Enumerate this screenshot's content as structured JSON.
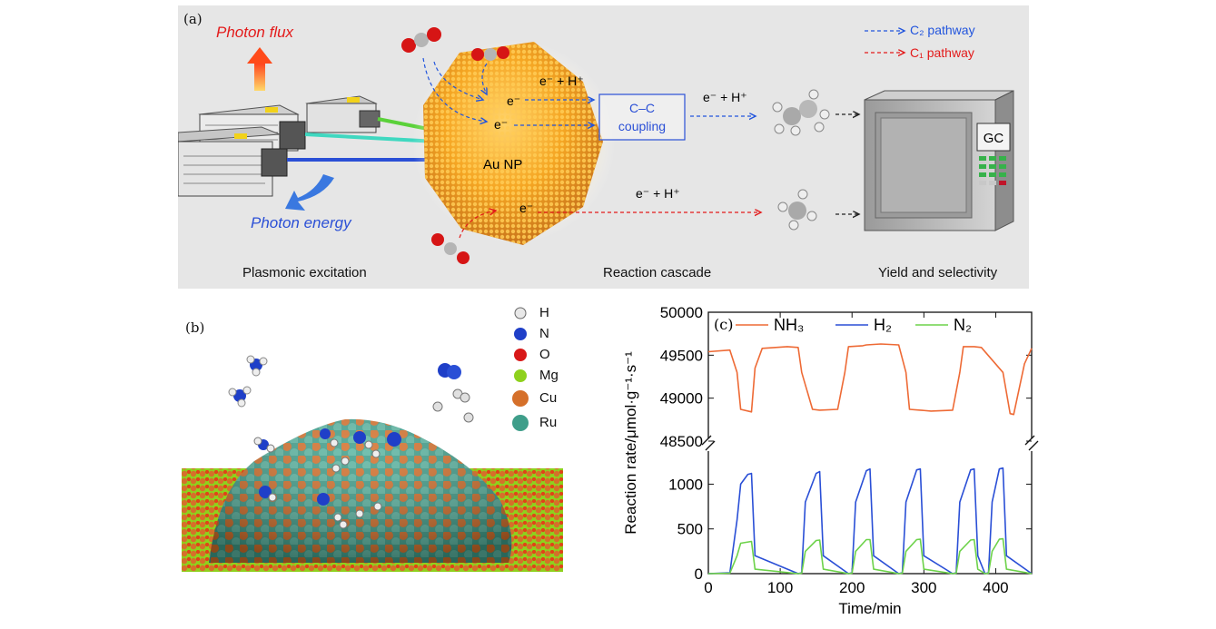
{
  "panel_a": {
    "label": "(a)",
    "photon_flux": "Photon flux",
    "photon_energy": "Photon energy",
    "legend": {
      "c2": "C₂ pathway",
      "c1": "C₁ pathway",
      "c2_color": "#2255dd",
      "c1_color": "#e31b1b"
    },
    "electron": "e⁻",
    "electron_proton": "e⁻ + H⁺",
    "cc_coupling": [
      "C–C",
      "coupling"
    ],
    "au_np": "Au NP",
    "gc": "GC",
    "captions": {
      "left": "Plasmonic excitation",
      "middle": "Reaction cascade",
      "right": "Yield and selectivity"
    }
  },
  "panel_b": {
    "label": "(b)",
    "legend": [
      {
        "symbol": "H",
        "color": "#e8e8e8"
      },
      {
        "symbol": "N",
        "color": "#1f3fc8"
      },
      {
        "symbol": "O",
        "color": "#d81818"
      },
      {
        "symbol": "Mg",
        "color": "#8ed11d"
      },
      {
        "symbol": "Cu",
        "color": "#d5702a"
      },
      {
        "symbol": "Ru",
        "color": "#3f9e8a"
      }
    ]
  },
  "panel_c": {
    "label": "(c)",
    "chart_data": {
      "type": "line",
      "xlabel": "Time/min",
      "ylabel": "Reaction rate/μmol·g⁻¹·s⁻¹",
      "xlim": [
        0,
        450
      ],
      "xticks": [
        "0",
        "100",
        "200",
        "300",
        "400"
      ],
      "ylim_upper": [
        48500,
        50000
      ],
      "yticks_upper": [
        "48500",
        "49000",
        "49500",
        "50000"
      ],
      "ylim_lower": [
        0,
        1400
      ],
      "yticks_lower": [
        "0",
        "500",
        "1000"
      ],
      "axis_break": true,
      "legend_position": "top",
      "series": [
        {
          "name": "NH₃",
          "color": "#ee6a35",
          "axis": "upper",
          "x": [
            0,
            30,
            40,
            45,
            60,
            65,
            75,
            110,
            125,
            130,
            145,
            155,
            180,
            190,
            195,
            215,
            220,
            240,
            265,
            275,
            280,
            295,
            310,
            340,
            350,
            355,
            370,
            380,
            410,
            420,
            425,
            440,
            450
          ],
          "y": [
            49540,
            49560,
            49300,
            48870,
            48840,
            49350,
            49580,
            49600,
            49590,
            49300,
            48870,
            48860,
            48870,
            49300,
            49600,
            49610,
            49620,
            49630,
            49620,
            49300,
            48870,
            48860,
            48850,
            48860,
            49300,
            49600,
            49600,
            49590,
            49300,
            48820,
            48810,
            49400,
            49580
          ]
        },
        {
          "name": "H₂",
          "color": "#2a4fd6",
          "axis": "lower",
          "x": [
            0,
            30,
            40,
            45,
            55,
            60,
            65,
            125,
            130,
            135,
            150,
            155,
            160,
            195,
            200,
            205,
            220,
            225,
            230,
            265,
            270,
            275,
            290,
            295,
            300,
            340,
            345,
            350,
            365,
            370,
            375,
            385,
            390,
            395,
            405,
            410,
            415,
            450
          ],
          "y": [
            0,
            10,
            600,
            1000,
            1110,
            1120,
            200,
            0,
            10,
            800,
            1120,
            1140,
            200,
            0,
            10,
            800,
            1150,
            1170,
            200,
            0,
            10,
            800,
            1160,
            1170,
            200,
            0,
            10,
            800,
            1160,
            1170,
            200,
            0,
            10,
            800,
            1170,
            1180,
            200,
            0
          ]
        },
        {
          "name": "N₂",
          "color": "#6dd24a",
          "axis": "lower",
          "x": [
            0,
            30,
            40,
            45,
            60,
            65,
            125,
            130,
            135,
            150,
            155,
            160,
            195,
            200,
            205,
            220,
            225,
            230,
            265,
            270,
            275,
            290,
            295,
            300,
            340,
            345,
            350,
            365,
            370,
            375,
            385,
            390,
            395,
            405,
            410,
            415,
            450
          ],
          "y": [
            0,
            5,
            200,
            340,
            360,
            50,
            0,
            5,
            250,
            370,
            375,
            50,
            0,
            5,
            250,
            380,
            380,
            50,
            0,
            5,
            250,
            380,
            385,
            50,
            0,
            5,
            250,
            375,
            380,
            50,
            0,
            5,
            250,
            385,
            390,
            50,
            0
          ]
        }
      ]
    }
  }
}
